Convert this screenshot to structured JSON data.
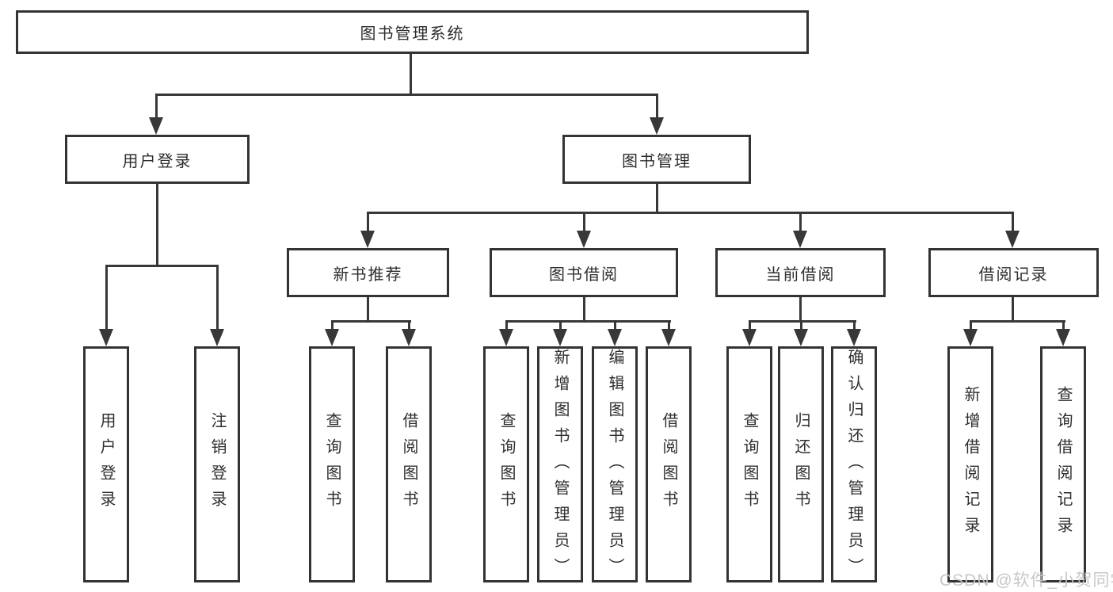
{
  "watermark": "CSDN @软件_小贺同学",
  "colors": {
    "line": "#383838",
    "border": "#333333",
    "text": "#2e2e2e",
    "watermark": "#c5c5c5"
  },
  "tree": {
    "root": "图书管理系统",
    "children": [
      {
        "label": "用户登录",
        "children": [
          {
            "label": "用户登录"
          },
          {
            "label": "注销登录"
          }
        ]
      },
      {
        "label": "图书管理",
        "children": [
          {
            "label": "新书推荐",
            "children": [
              {
                "label": "查询图书"
              },
              {
                "label": "借阅图书"
              }
            ]
          },
          {
            "label": "图书借阅",
            "children": [
              {
                "label": "查询图书"
              },
              {
                "label": "新增图书（管理员）"
              },
              {
                "label": "编辑图书（管理员）"
              },
              {
                "label": "借阅图书"
              }
            ]
          },
          {
            "label": "当前借阅",
            "children": [
              {
                "label": "查询图书"
              },
              {
                "label": "归还图书"
              },
              {
                "label": "确认归还（管理员）"
              }
            ]
          },
          {
            "label": "借阅记录",
            "children": [
              {
                "label": "新增借阅记录"
              },
              {
                "label": "查询借阅记录"
              }
            ]
          }
        ]
      }
    ]
  }
}
